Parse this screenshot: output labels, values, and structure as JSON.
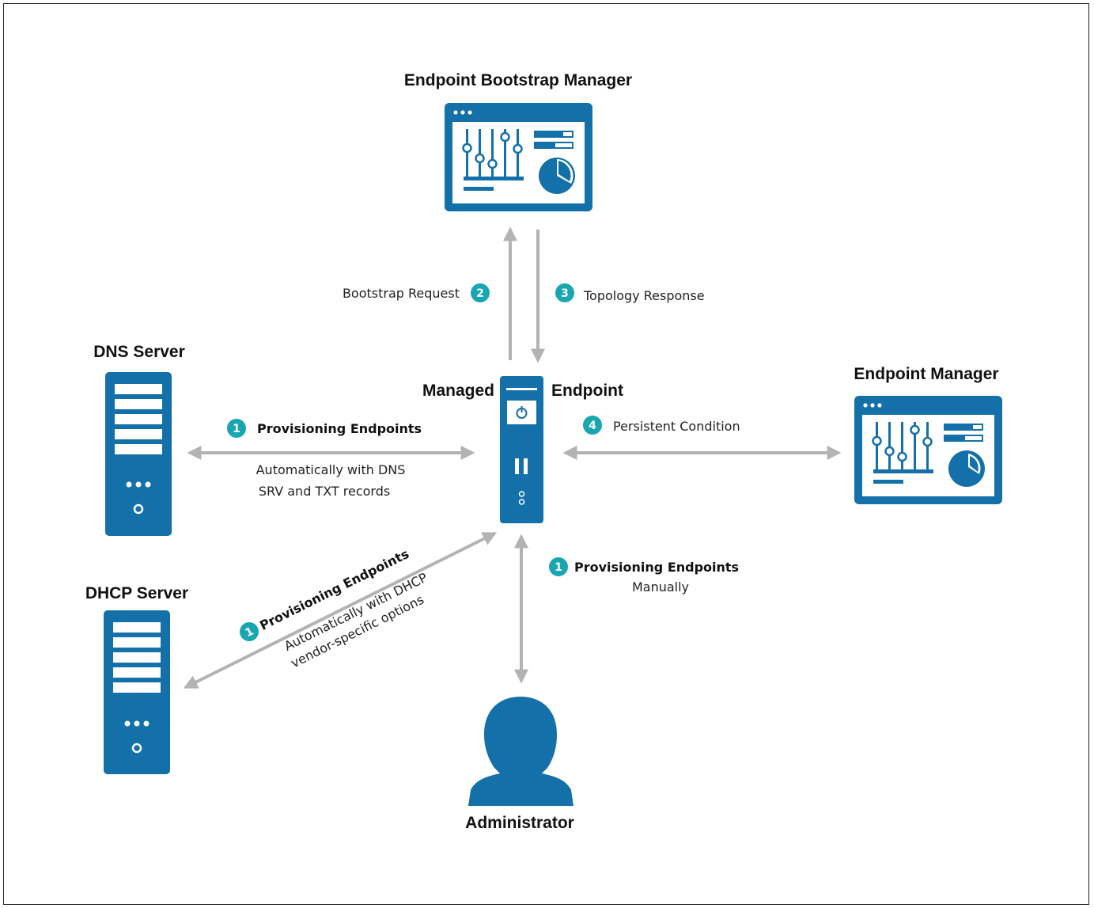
{
  "colors": {
    "primary": "#1470a8",
    "badge": "#19a6b0",
    "arrow": "#b3b3b3"
  },
  "nodes": {
    "bootstrap_manager": {
      "title": "Endpoint Bootstrap Manager",
      "icon": "dashboard-window-icon"
    },
    "dns_server": {
      "title": "DNS Server",
      "icon": "server-icon"
    },
    "dhcp_server": {
      "title": "DHCP Server",
      "icon": "server-icon"
    },
    "managed_endpoint": {
      "title_left": "Managed",
      "title_right": "Endpoint",
      "icon": "device-icon"
    },
    "endpoint_manager": {
      "title": "Endpoint Manager",
      "icon": "dashboard-window-icon"
    },
    "administrator": {
      "title": "Administrator",
      "icon": "person-icon"
    }
  },
  "edges": {
    "bootstrap_request": {
      "step": "2",
      "label": "Bootstrap Request"
    },
    "topology_response": {
      "step": "3",
      "label": "Topology Response"
    },
    "dns_provisioning": {
      "step": "1",
      "label": "Provisioning Endpoints",
      "detail_line1": "Automatically with DNS",
      "detail_line2": "SRV and TXT records"
    },
    "persistent_condition": {
      "step": "4",
      "label": "Persistent Condition"
    },
    "dhcp_provisioning": {
      "step": "1",
      "label": "Provisioning Endpoints",
      "detail_line1": "Automatically with DHCP",
      "detail_line2": "vendor-specific options"
    },
    "manual_provisioning": {
      "step": "1",
      "label": "Provisioning Endpoints",
      "detail": "Manually"
    }
  }
}
